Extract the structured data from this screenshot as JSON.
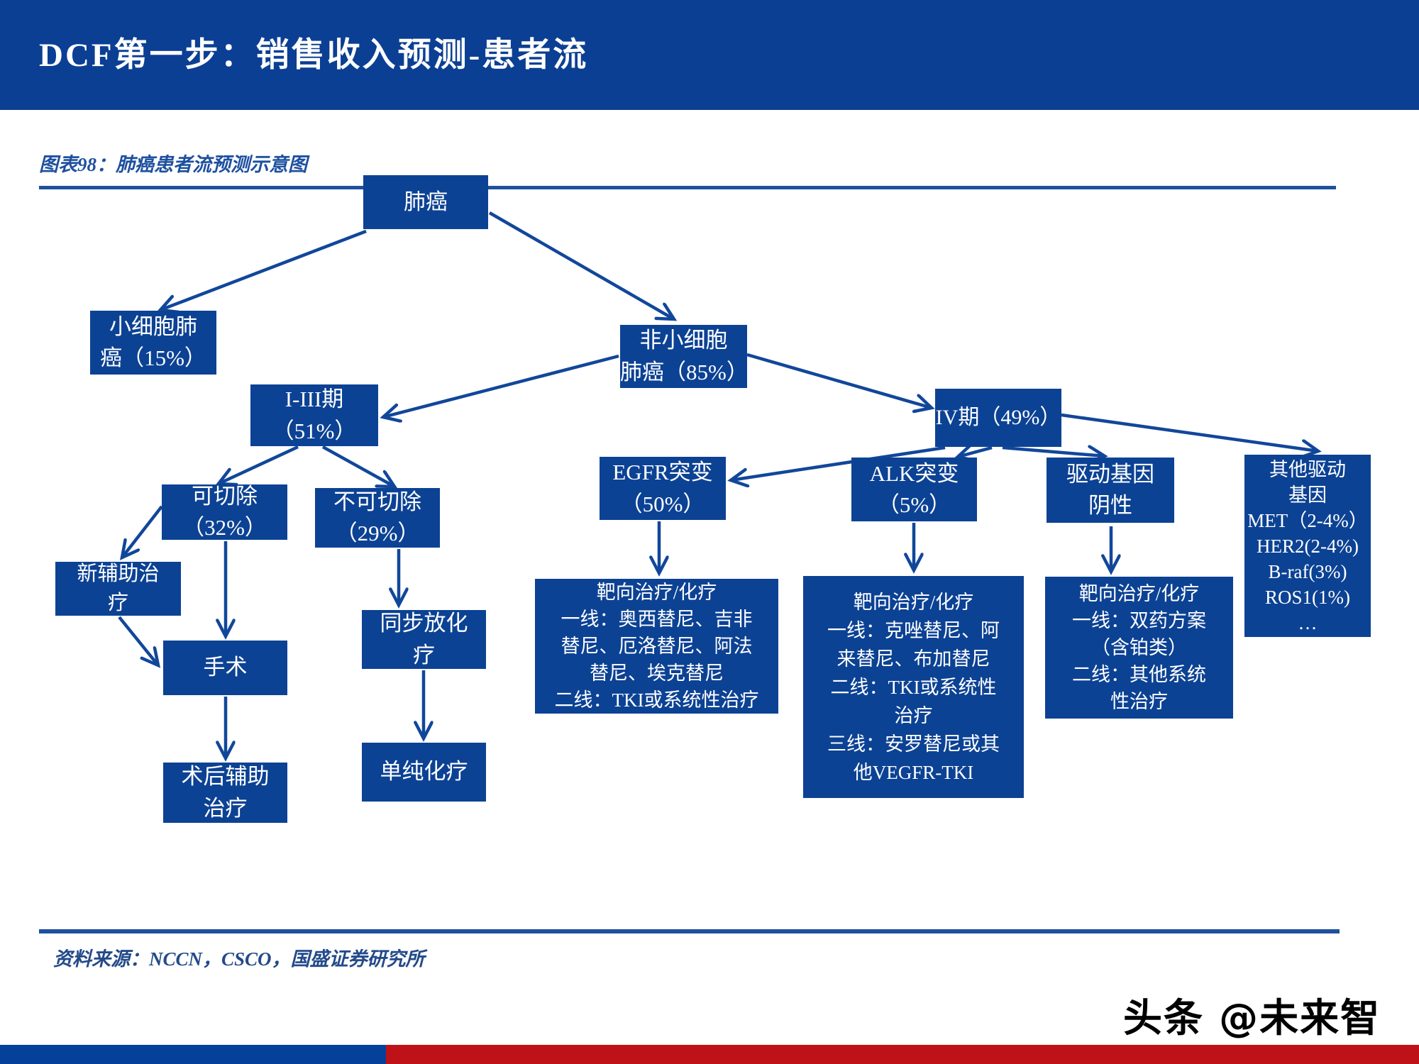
{
  "header": {
    "title": "DCF第一步：销售收入预测-患者流"
  },
  "figure": {
    "caption": "图表98：肺癌患者流预测示意图"
  },
  "flowchart": {
    "nodes": {
      "lung": {
        "label": "肺癌",
        "lines": [
          "肺癌"
        ]
      },
      "sclc": {
        "label": "小细胞肺癌（15%）",
        "lines": [
          "小细胞肺",
          "癌（15%）"
        ]
      },
      "nsclc": {
        "label": "非小细胞肺癌（85%）",
        "lines": [
          "非小细胞",
          "肺癌（85%）"
        ]
      },
      "stage13": {
        "label": "I-III期（51%）",
        "lines": [
          "I-III期",
          "（51%）"
        ]
      },
      "stage4": {
        "label": "IV期（49%）",
        "lines": [
          "IV期（49%）"
        ]
      },
      "resectable": {
        "label": "可切除（32%）",
        "lines": [
          "可切除",
          "（32%）"
        ]
      },
      "unresectable": {
        "label": "不可切除（29%）",
        "lines": [
          "不可切除",
          "（29%）"
        ]
      },
      "neoadjuvant": {
        "label": "新辅助治疗",
        "lines": [
          "新辅助治",
          "疗"
        ]
      },
      "surgery": {
        "label": "手术",
        "lines": [
          "手术"
        ]
      },
      "postop": {
        "label": "术后辅助治疗",
        "lines": [
          "术后辅助",
          "治疗"
        ]
      },
      "ccrt": {
        "label": "同步放化疗",
        "lines": [
          "同步放化",
          "疗"
        ]
      },
      "chemo": {
        "label": "单纯化疗",
        "lines": [
          "单纯化疗"
        ]
      },
      "egfr": {
        "label": "EGFR突变（50%）",
        "lines": [
          "EGFR突变",
          "（50%）"
        ]
      },
      "alk": {
        "label": "ALK突变（5%）",
        "lines": [
          "ALK突变",
          "（5%）"
        ]
      },
      "driver_negative": {
        "label": "驱动基因阴性",
        "lines": [
          "驱动基因",
          "阴性"
        ]
      },
      "other_drivers": {
        "label": "其他驱动基因 MET（2-4%） HER2(2-4%) B-raf(3%) ROS1(1%) …",
        "lines": [
          "其他驱动",
          "基因",
          "MET（2-4%）",
          "HER2(2-4%)",
          "B-raf(3%)",
          "ROS1(1%)",
          "…"
        ]
      },
      "egfr_tx": {
        "label": "靶向治疗/化疗 一线：奥西替尼、吉非替尼、厄洛替尼、阿法替尼、埃克替尼 二线：TKI或系统性治疗",
        "lines": [
          "靶向治疗/化疗",
          "一线：奥西替尼、吉非",
          "替尼、厄洛替尼、阿法",
          "替尼、埃克替尼",
          "二线：TKI或系统性治疗"
        ]
      },
      "alk_tx": {
        "label": "靶向治疗/化疗 一线：克唑替尼、阿来替尼、布加替尼 二线：TKI或系统性治疗 三线：安罗替尼或其他VEGFR-TKI",
        "lines": [
          "靶向治疗/化疗",
          "一线：克唑替尼、阿",
          "来替尼、布加替尼",
          "二线：TKI或系统性",
          "治疗",
          "三线：安罗替尼或其",
          "他VEGFR-TKI"
        ]
      },
      "neg_tx": {
        "label": "靶向治疗/化疗 一线：双药方案（含铂类） 二线：其他系统性治疗",
        "lines": [
          "靶向治疗/化疗",
          "一线：双药方案",
          "（含铂类）",
          "二线：其他系统",
          "性治疗"
        ]
      }
    },
    "edges": [
      [
        "lung",
        "sclc"
      ],
      [
        "lung",
        "nsclc"
      ],
      [
        "nsclc",
        "stage13"
      ],
      [
        "nsclc",
        "stage4"
      ],
      [
        "stage13",
        "resectable"
      ],
      [
        "stage13",
        "unresectable"
      ],
      [
        "resectable",
        "neoadjuvant"
      ],
      [
        "resectable",
        "surgery"
      ],
      [
        "neoadjuvant",
        "surgery"
      ],
      [
        "surgery",
        "postop"
      ],
      [
        "unresectable",
        "ccrt"
      ],
      [
        "ccrt",
        "chemo"
      ],
      [
        "stage4",
        "egfr"
      ],
      [
        "stage4",
        "alk"
      ],
      [
        "stage4",
        "driver_negative"
      ],
      [
        "stage4",
        "other_drivers"
      ],
      [
        "egfr",
        "egfr_tx"
      ],
      [
        "alk",
        "alk_tx"
      ],
      [
        "driver_negative",
        "neg_tx"
      ]
    ]
  },
  "source": {
    "text": "资料来源：NCCN，CSCO，国盛证券研究所"
  },
  "watermark": {
    "text": "头条 @未来智库"
  },
  "colors": {
    "header_bar": "#0b3f93",
    "node_fill": "#0c4294",
    "node_text": "#ffffff",
    "arrow": "#11479a",
    "rule": "#1e509f",
    "caption_text": "#1e509f",
    "source_text": "#234a8a",
    "watermark_text": "#000000",
    "bottom_bar_blue": "#05419a",
    "bottom_bar_red": "#bf1118"
  }
}
